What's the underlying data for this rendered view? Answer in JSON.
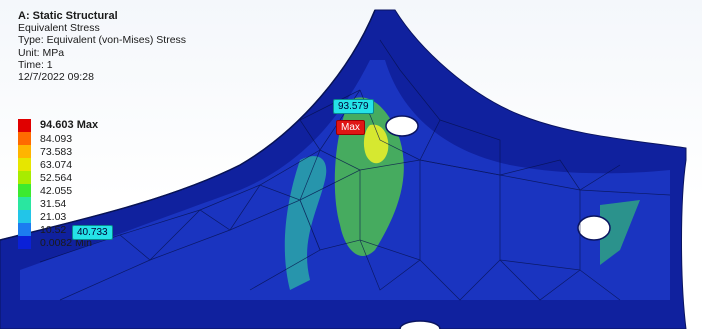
{
  "info": {
    "title": "A: Static Structural",
    "result": "Equivalent Stress",
    "type": "Type: Equivalent (von-Mises) Stress",
    "unit": "Unit: MPa",
    "time": "Time: 1",
    "date": "12/7/2022 09:28"
  },
  "legend": {
    "max_label": "94.603 Max",
    "values": [
      "84.093",
      "73.583",
      "63.074",
      "52.564",
      "42.055",
      "31.54",
      "21.03",
      "10.52",
      "0.0082 Min"
    ],
    "colors": [
      "#e00000",
      "#ff6a00",
      "#ffb400",
      "#e6e600",
      "#a8ec00",
      "#3cea2f",
      "#2ae6a0",
      "#22c5e8",
      "#1c7cf0",
      "#0a20d8"
    ]
  },
  "probes": {
    "p1": "93.579",
    "max": "Max",
    "p2": "40.733"
  },
  "colors": {
    "shell_dark": "#0f1f9c",
    "shell_mid": "#1a34c4",
    "highlight_green": "#66d63a"
  }
}
